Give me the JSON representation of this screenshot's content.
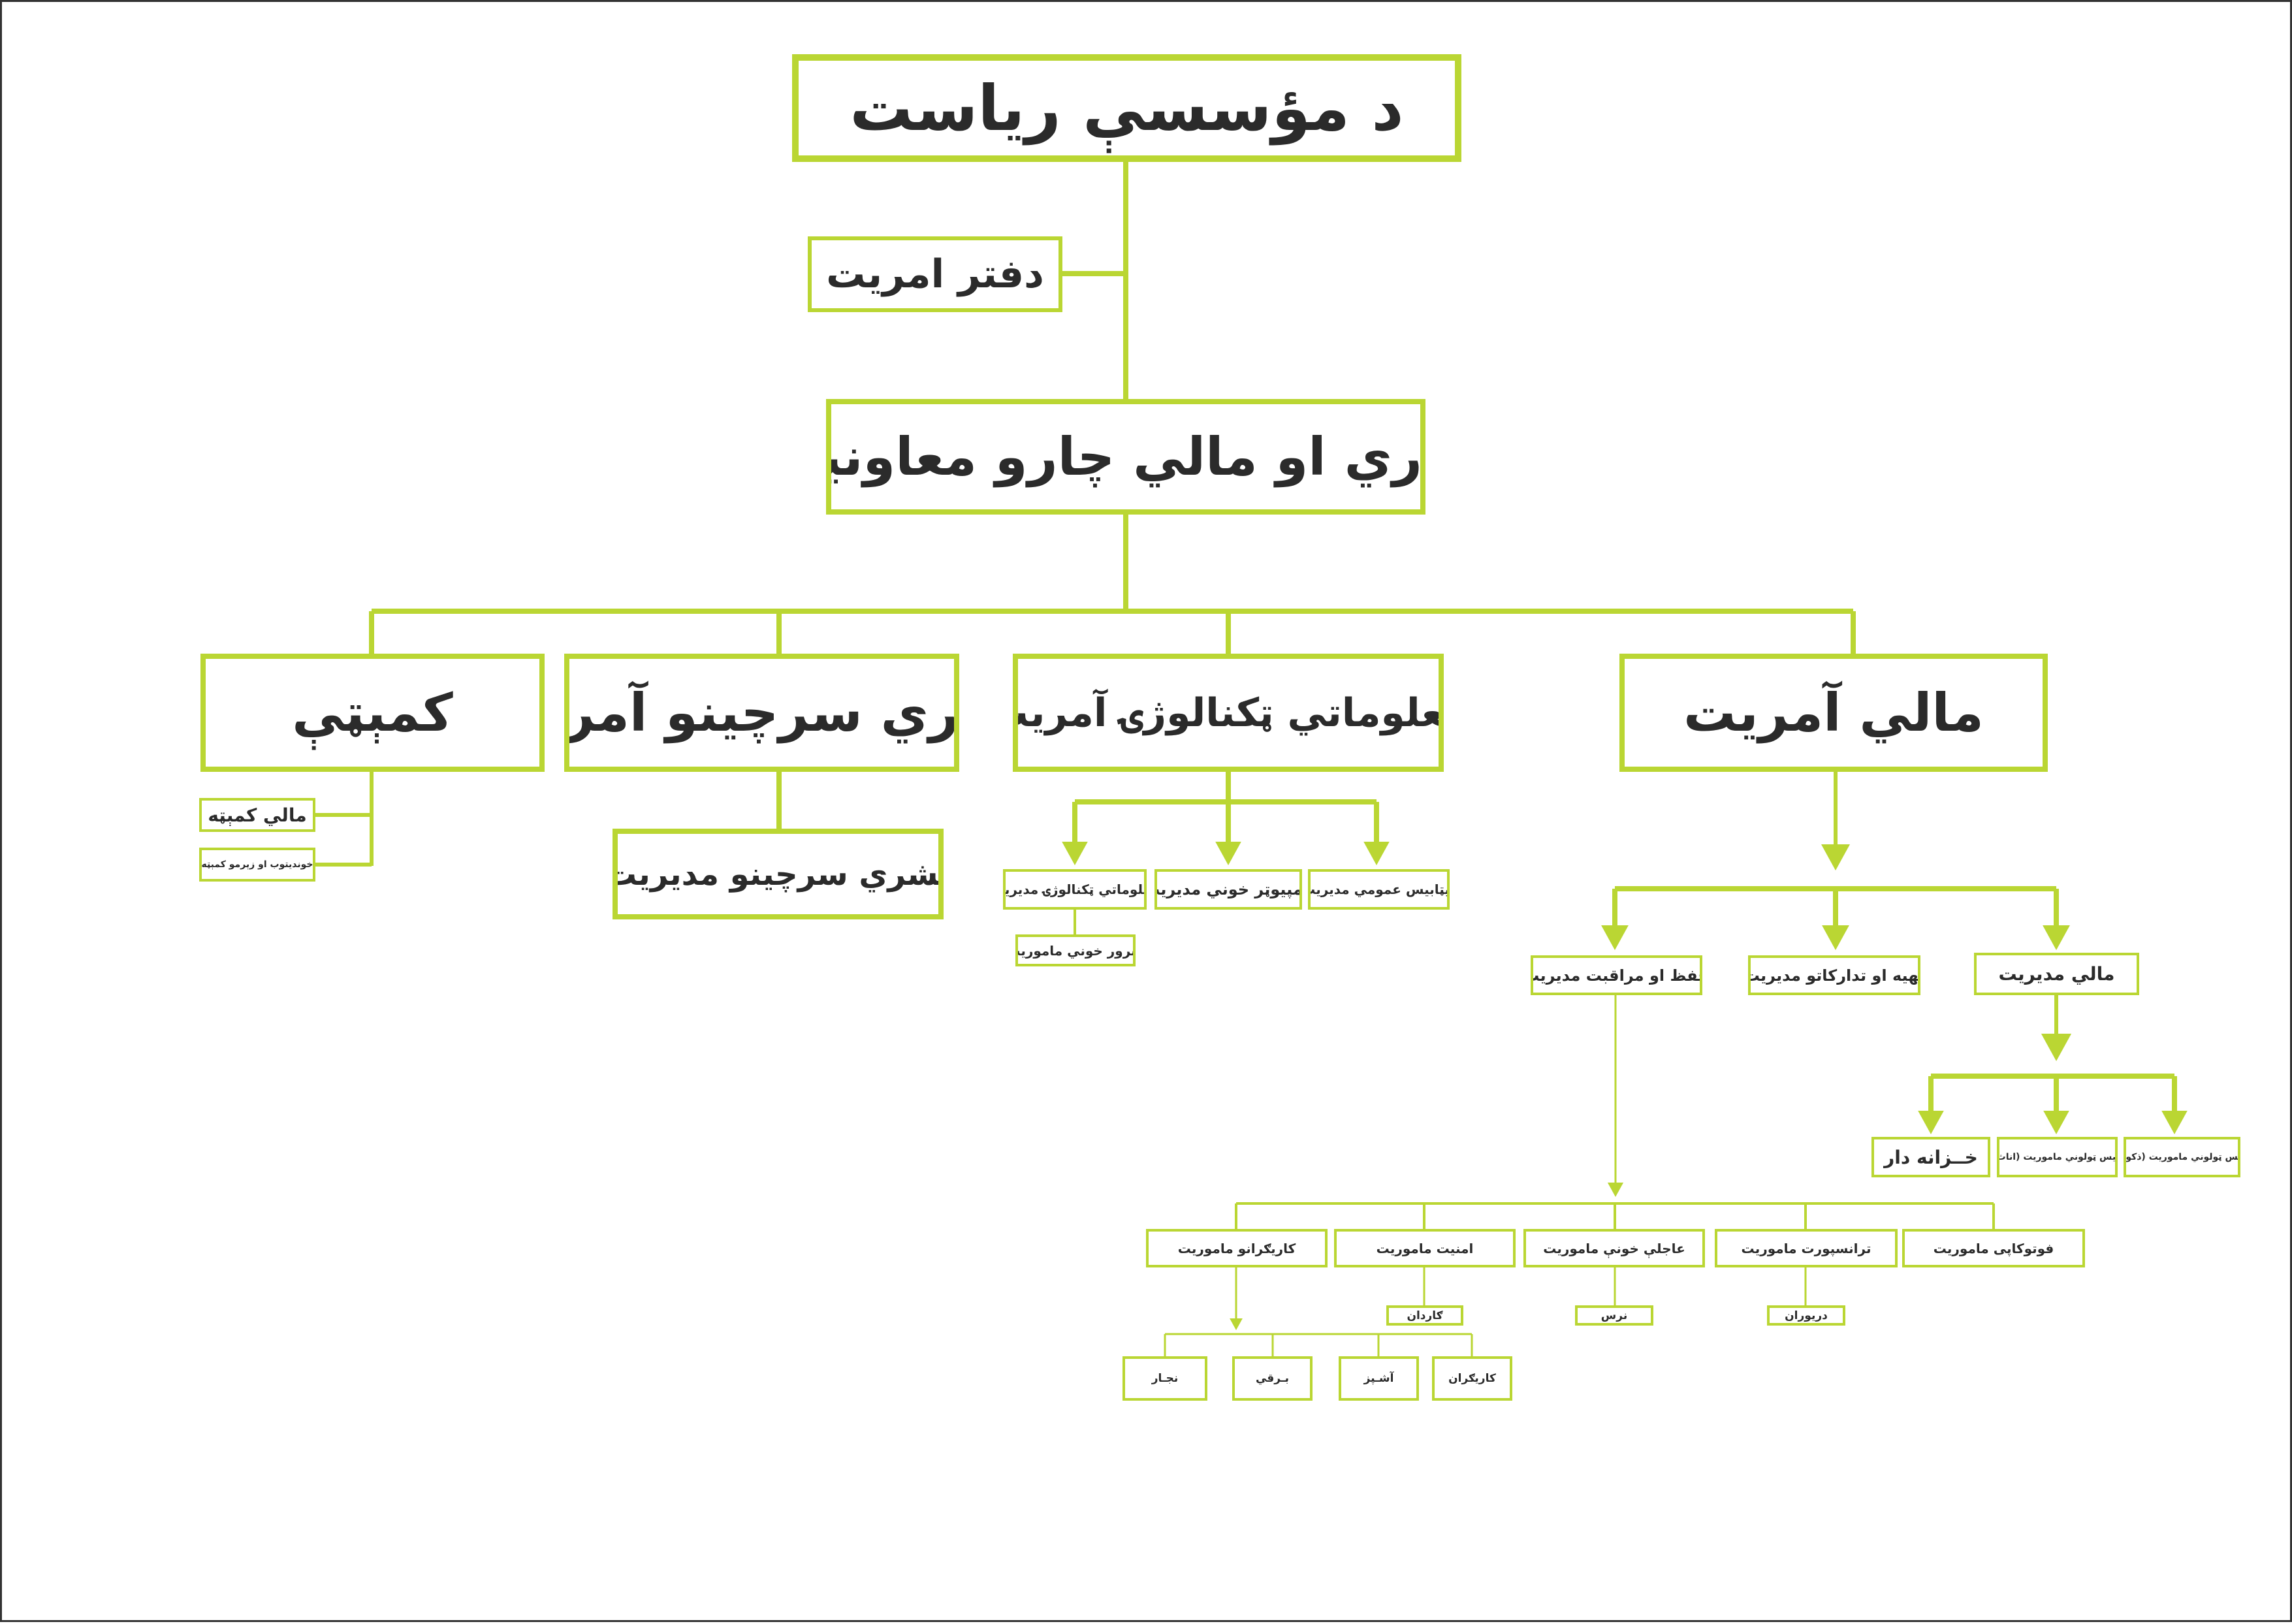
{
  "theme": {
    "accent": "#bad633",
    "text": "#2b2b2b",
    "background": "#ffffff",
    "frame": "#333333"
  },
  "org": {
    "presidency": "د مؤسسې ریاست",
    "office": "دفتر امریت",
    "deputy": "اداري او مالي چارو معاونیت",
    "finance_directorate": "مالي آمریت",
    "it_directorate": "معلوماتي ټکنالوژۍ آمریت",
    "hr_directorate": "بشري سرچینو آمریت",
    "committees": "کمېټې",
    "finance_committee": "مالي کمېټه",
    "procurement_committee": "خوندیتوب او زېرمو کمېټه",
    "hr_management": "بشري سرچینو مدیریت",
    "database_management": "ډیټابیس عمومي مدیریت",
    "computer_management": "کمپیوټر خوني مدیریت",
    "it_management": "معلوماتي ټکنالوژۍ مدیریت",
    "server_unit": "سرور خوني ماموریت",
    "finance_management": "مالي مدیریت",
    "procurement_management": "تهیه او تدارکاتو مدیریت",
    "maintenance_management": "حفظ او مراقبت مدیریت",
    "fee_unit_1": "فیس ټولوني ماموریت (ذکور)",
    "fee_unit_2": "فیس ټولوني ماموریت (اناث)",
    "treasurer": "خــزانه دار",
    "photocopy_unit": "فوتوکاپی ماموریت",
    "transport_unit": "ترانسپورت ماموریت",
    "clinic_unit": "عاجلې خونې ماموریت",
    "security_unit": "امنیت ماموریت",
    "workers_unit": "کاریګرانو ماموریت",
    "drivers": "دریوران",
    "nurse": "نرس",
    "guards": "ګاردان",
    "workers": "کاریګران",
    "cook": "آشـپز",
    "electrician": "بـرقي",
    "carpenter": "نجـار"
  }
}
